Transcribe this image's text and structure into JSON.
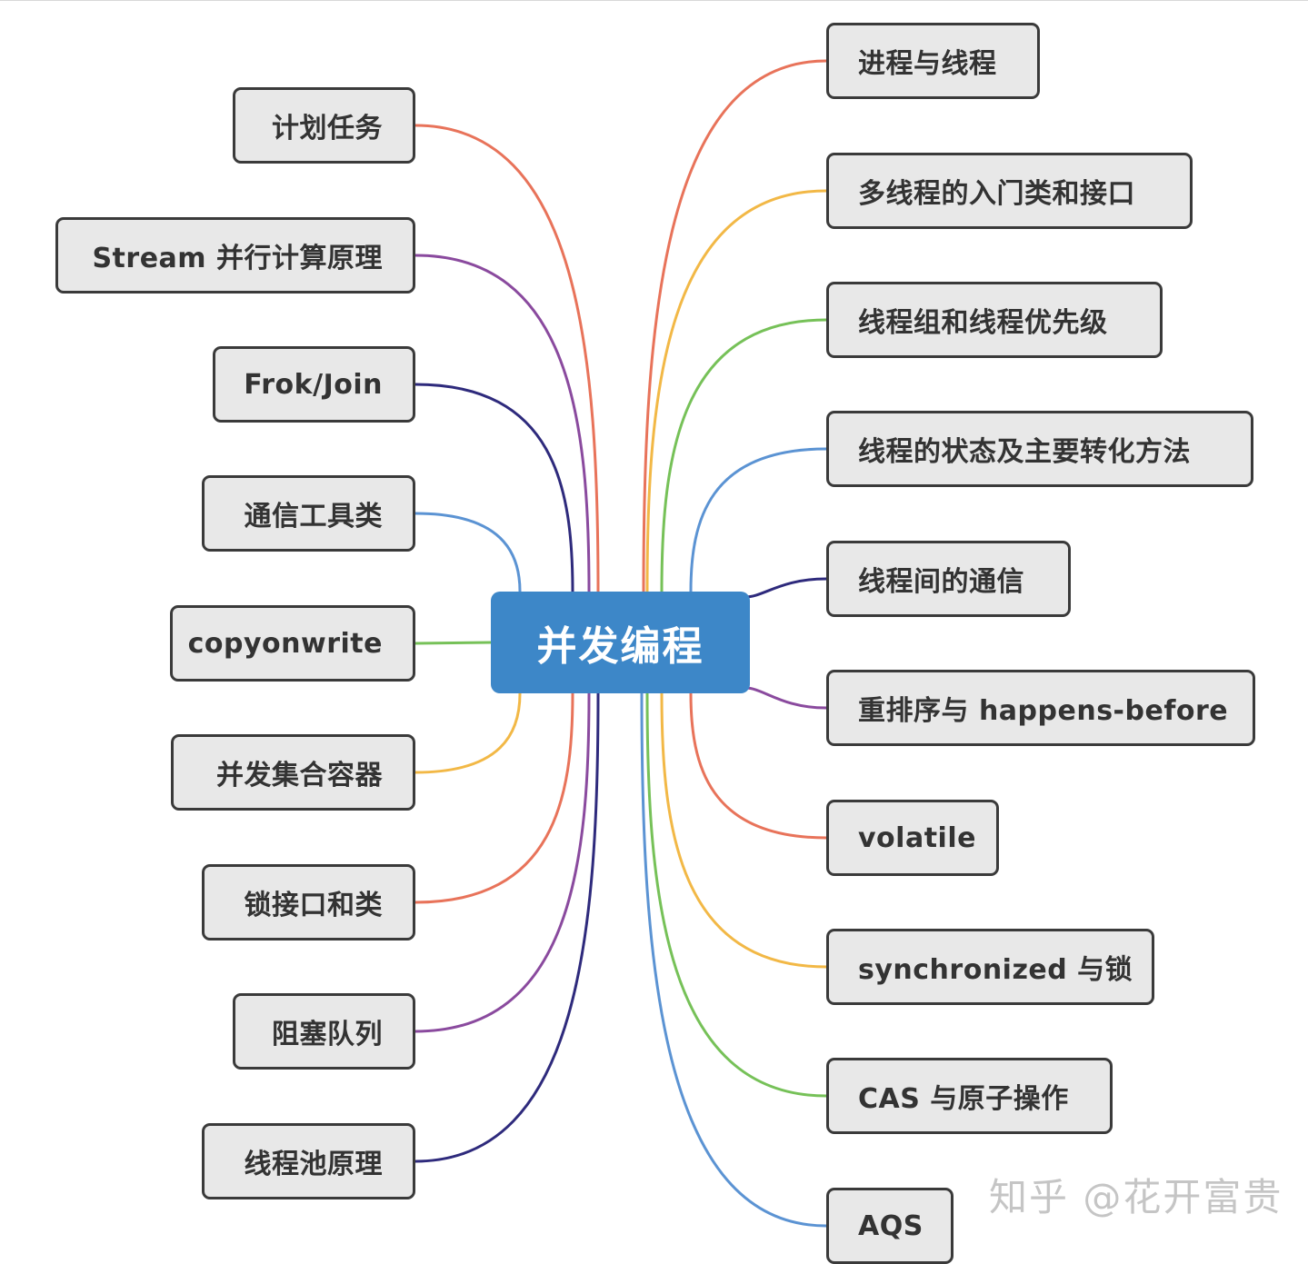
{
  "center": {
    "label": "并发编程",
    "color": "#3d87c8"
  },
  "left_nodes": [
    {
      "label": "计划任务",
      "color": "#e8735a"
    },
    {
      "label": "Stream 并行计算原理",
      "color": "#8a4a9e"
    },
    {
      "label": "Frok/Join",
      "color": "#2e2a7c"
    },
    {
      "label": "通信工具类",
      "color": "#5b93d3"
    },
    {
      "label": "copyonwrite",
      "color": "#76c158"
    },
    {
      "label": "并发集合容器",
      "color": "#f2b846"
    },
    {
      "label": "锁接口和类",
      "color": "#e8735a"
    },
    {
      "label": "阻塞队列",
      "color": "#8a4a9e"
    },
    {
      "label": "线程池原理",
      "color": "#2e2a7c"
    }
  ],
  "right_nodes": [
    {
      "label": "进程与线程",
      "color": "#e8735a"
    },
    {
      "label": "多线程的入门类和接口",
      "color": "#f2b846"
    },
    {
      "label": "线程组和线程优先级",
      "color": "#76c158"
    },
    {
      "label": "线程的状态及主要转化方法",
      "color": "#5b93d3"
    },
    {
      "label": "线程间的通信",
      "color": "#2e2a7c"
    },
    {
      "label": "重排序与 happens-before",
      "color": "#8a4a9e"
    },
    {
      "label": "volatile",
      "color": "#e8735a"
    },
    {
      "label": "synchronized 与锁",
      "color": "#f2b846"
    },
    {
      "label": "CAS 与原子操作",
      "color": "#76c158"
    },
    {
      "label": "AQS",
      "color": "#5b93d3"
    }
  ],
  "watermark": "知乎 @花开富贵"
}
